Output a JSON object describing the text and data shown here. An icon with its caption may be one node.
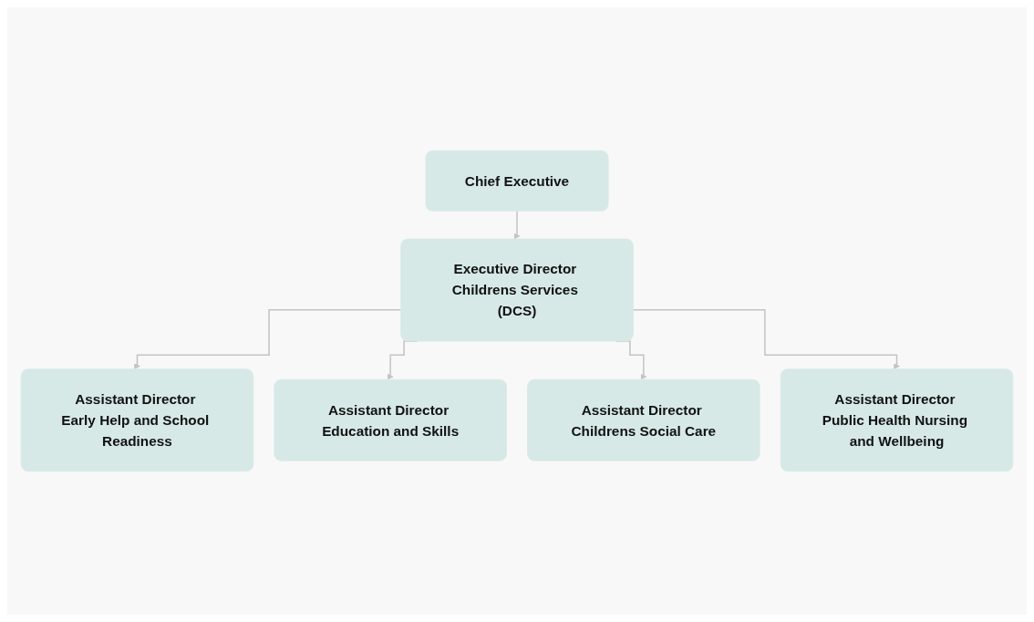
{
  "diagram": {
    "nodes": [
      {
        "text": [
          "Chief Executive"
        ]
      },
      {
        "text": [
          "Executive Director Childrens Services (DCS)"
        ]
      },
      {
        "text": [
          "Assistant Director Early Help and School Readiness"
        ]
      },
      {
        "text": [
          "Assistant Director Education and Skills"
        ]
      },
      {
        "text": [
          "Assistant Director Childrens Social Care"
        ]
      },
      {
        "text": [
          "Assistant Director Public Health Nursing and Wellbeing"
        ]
      }
    ],
    "edges": [
      {
        "from": 0,
        "to": 1,
        "arrow": "to"
      },
      {
        "from": 1,
        "to": 2,
        "arrow": "to"
      },
      {
        "from": 1,
        "to": 3,
        "arrow": "to"
      },
      {
        "from": 1,
        "to": 4,
        "arrow": "to"
      },
      {
        "from": 1,
        "to": 5,
        "arrow": "to"
      }
    ]
  }
}
